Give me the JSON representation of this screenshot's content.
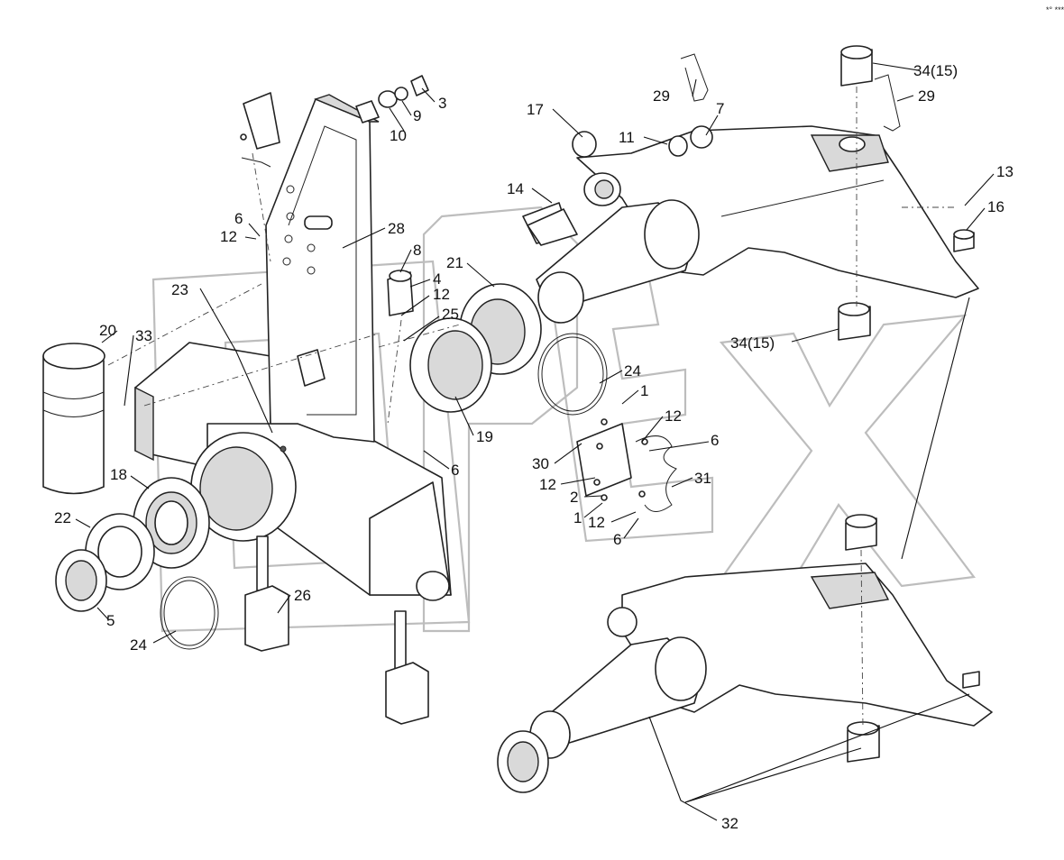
{
  "corner_mark": "*° ***",
  "watermark": "OPEX",
  "callouts": [
    {
      "id": "c1",
      "text": "3"
    },
    {
      "id": "c2",
      "text": "9"
    },
    {
      "id": "c3",
      "text": "10"
    },
    {
      "id": "c4",
      "text": "29"
    },
    {
      "id": "c5",
      "text": "7"
    },
    {
      "id": "c6",
      "text": "34(15)"
    },
    {
      "id": "c7",
      "text": "29"
    },
    {
      "id": "c8",
      "text": "17"
    },
    {
      "id": "c9",
      "text": "11"
    },
    {
      "id": "c10",
      "text": "14"
    },
    {
      "id": "c11",
      "text": "13"
    },
    {
      "id": "c12",
      "text": "16"
    },
    {
      "id": "c13",
      "text": "6"
    },
    {
      "id": "c14",
      "text": "12"
    },
    {
      "id": "c15",
      "text": "28"
    },
    {
      "id": "c16",
      "text": "8"
    },
    {
      "id": "c17",
      "text": "4"
    },
    {
      "id": "c18",
      "text": "12"
    },
    {
      "id": "c19",
      "text": "21"
    },
    {
      "id": "c20",
      "text": "25"
    },
    {
      "id": "c21",
      "text": "23"
    },
    {
      "id": "c22",
      "text": "20"
    },
    {
      "id": "c23",
      "text": "33"
    },
    {
      "id": "c24",
      "text": "34(15)"
    },
    {
      "id": "c25",
      "text": "24"
    },
    {
      "id": "c26",
      "text": "1"
    },
    {
      "id": "c27",
      "text": "12"
    },
    {
      "id": "c28",
      "text": "19"
    },
    {
      "id": "c29",
      "text": "6"
    },
    {
      "id": "c30",
      "text": "6"
    },
    {
      "id": "c31",
      "text": "30"
    },
    {
      "id": "c32",
      "text": "31"
    },
    {
      "id": "c33",
      "text": "18"
    },
    {
      "id": "c34",
      "text": "12"
    },
    {
      "id": "c35",
      "text": "2"
    },
    {
      "id": "c36",
      "text": "1"
    },
    {
      "id": "c37",
      "text": "12"
    },
    {
      "id": "c38",
      "text": "6"
    },
    {
      "id": "c39",
      "text": "22"
    },
    {
      "id": "c40",
      "text": "26"
    },
    {
      "id": "c41",
      "text": "5"
    },
    {
      "id": "c42",
      "text": "24"
    },
    {
      "id": "c43",
      "text": "32"
    }
  ]
}
